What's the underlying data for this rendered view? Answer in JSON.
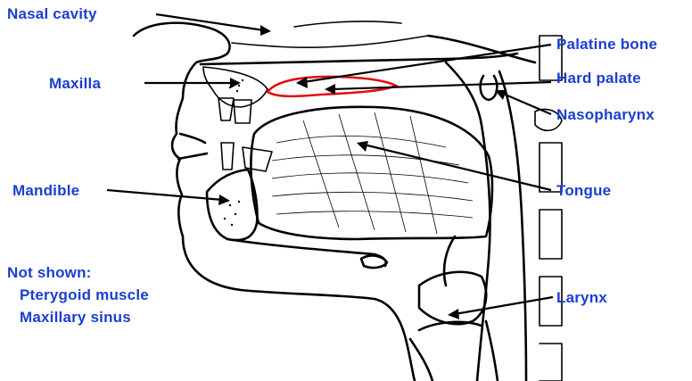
{
  "labels": {
    "nasal_cavity": "Nasal cavity",
    "palatine_bone": "Palatine bone",
    "maxilla": "Maxilla",
    "hard_palate": "Hard palate",
    "nasopharynx": "Nasopharynx",
    "mandible": "Mandible",
    "tongue": "Tongue",
    "larynx": "Larynx"
  },
  "note": {
    "heading": "Not shown:",
    "items": [
      "Pterygoid muscle",
      "Maxillary sinus"
    ]
  },
  "colors": {
    "label_text": "#1a3fcf",
    "hard_palate_outline": "#e01010",
    "line_art": "#000000"
  }
}
